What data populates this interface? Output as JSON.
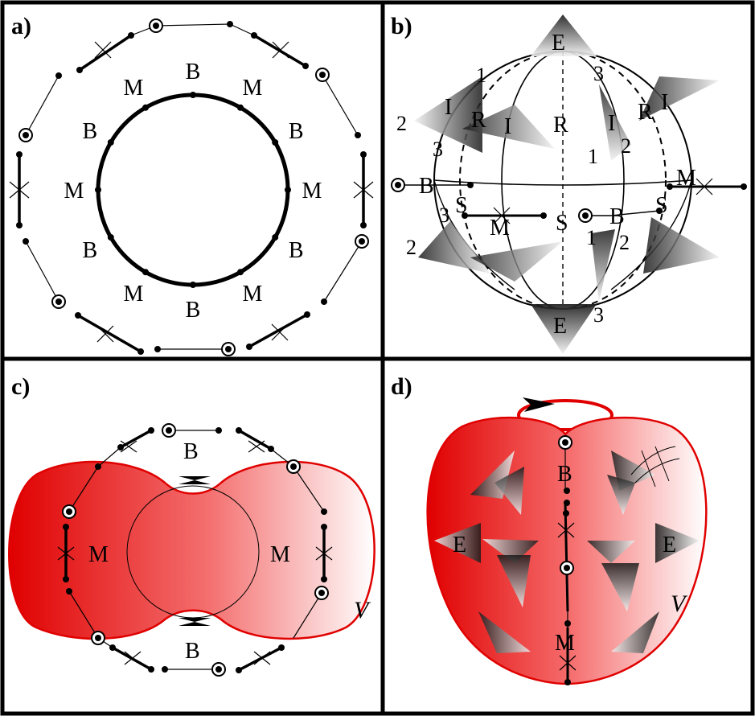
{
  "panels": {
    "a": {
      "label": "a)",
      "ring_labels": [
        "B",
        "M",
        "B",
        "M",
        "B",
        "M",
        "B",
        "M",
        "B",
        "M",
        "B",
        "M"
      ]
    },
    "b": {
      "label": "b)",
      "letters": {
        "E_top": "E",
        "E_bottom": "E",
        "R1": "R",
        "R2": "R",
        "R3": "R",
        "I1": "I",
        "I2": "I",
        "I3": "I",
        "I4": "I",
        "S_left": "S",
        "S_mid": "S",
        "S_right": "S",
        "M_left": "M",
        "M_right": "M",
        "B_left": "B",
        "B_right": "B"
      },
      "numbers": [
        "1",
        "2",
        "3",
        "1",
        "2",
        "3",
        "1",
        "2",
        "3",
        "2",
        "3"
      ]
    },
    "c": {
      "label": "c)",
      "B_top": "B",
      "B_bottom": "B",
      "M_left": "M",
      "M_right": "M",
      "V": "V"
    },
    "d": {
      "label": "d)",
      "B": "B",
      "M": "M",
      "E_left": "E",
      "E_right": "E",
      "V": "V"
    }
  },
  "colors": {
    "red": "#e60000",
    "light_red": "#ffe5e5",
    "border": "#000000"
  }
}
